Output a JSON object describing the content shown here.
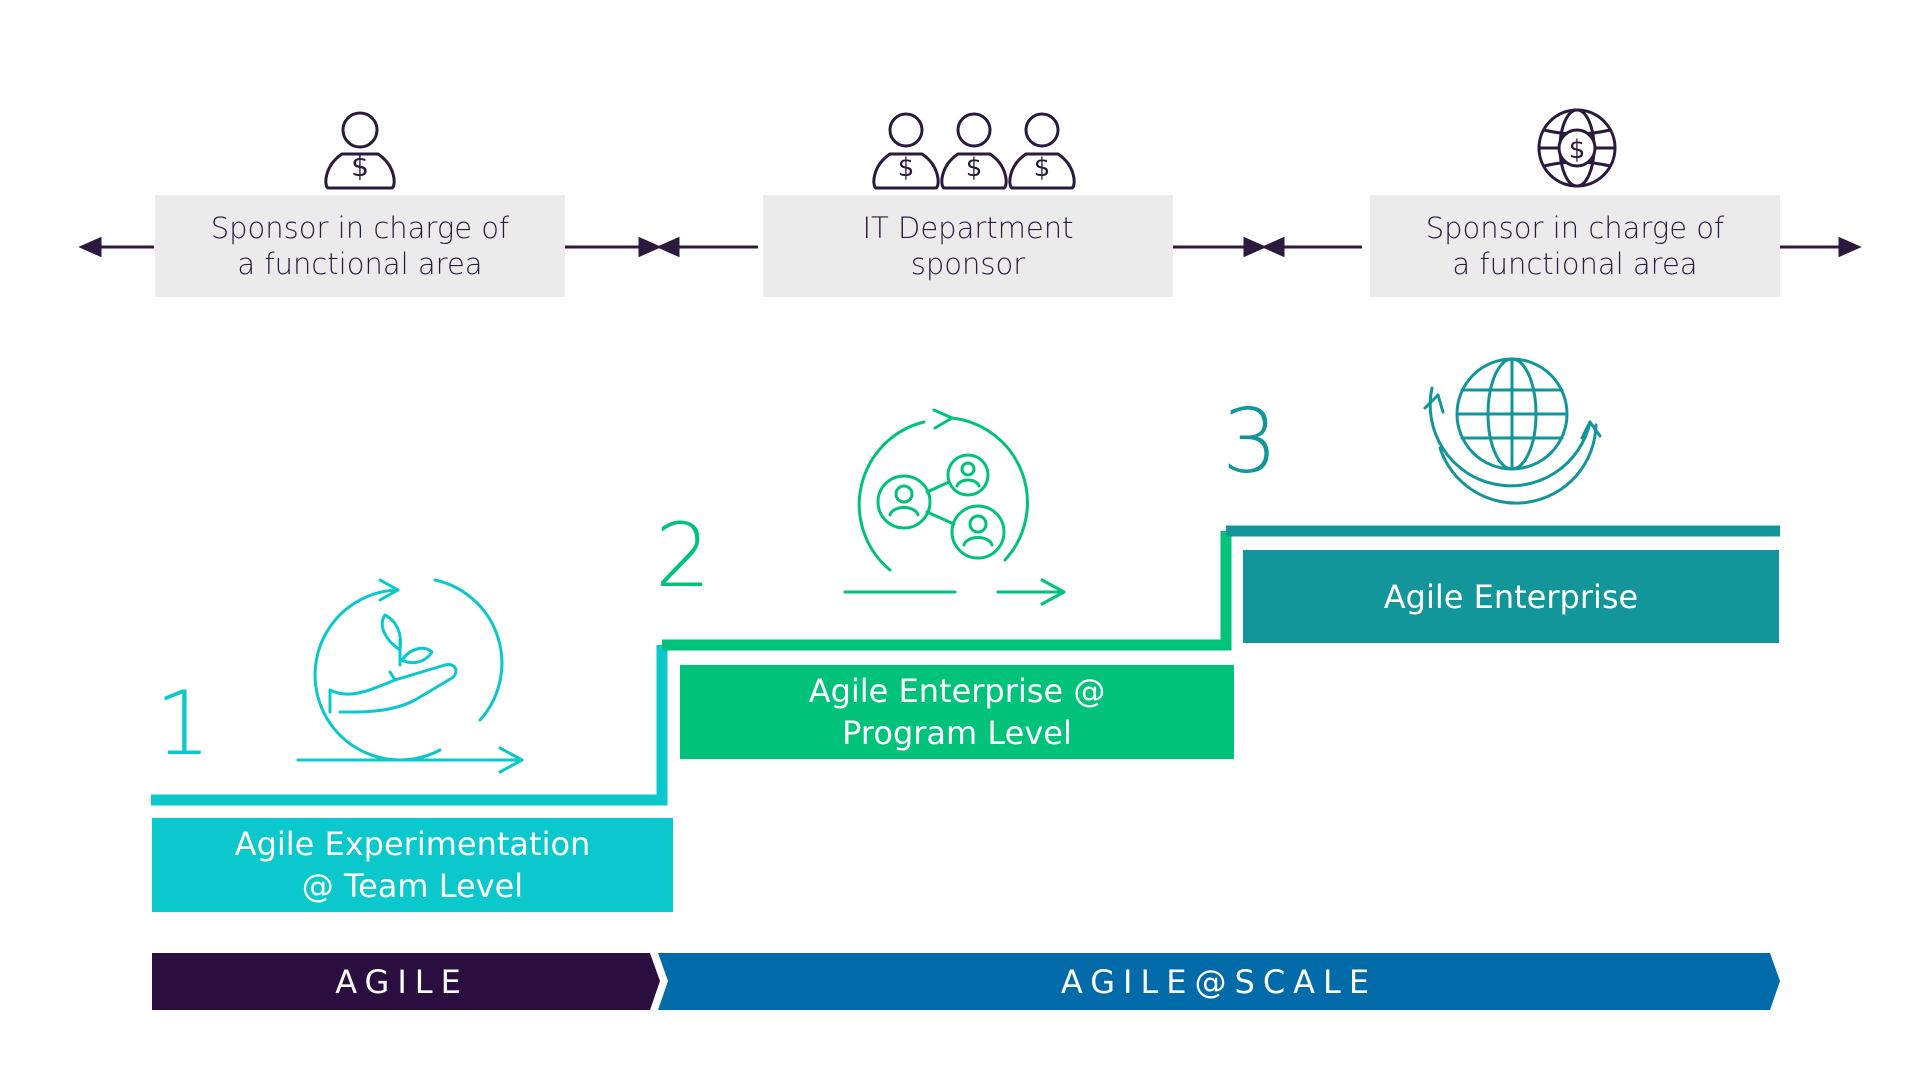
{
  "sponsors": [
    {
      "line1": "Sponsor in charge of",
      "line2": "a functional area",
      "icon": "person-money-bag-icon"
    },
    {
      "line1": "IT Department",
      "line2": "sponsor",
      "icon": "three-person-money-bags-icon"
    },
    {
      "line1": "Sponsor in charge of",
      "line2": "a functional area",
      "icon": "globe-money-icon"
    }
  ],
  "steps": [
    {
      "number": "1",
      "line1": "Agile Experimentation",
      "line2": "@ Team Level",
      "color": "#0ac8cc",
      "icon": "hand-plant-cycle-icon"
    },
    {
      "number": "2",
      "line1": "Agile Enterprise @",
      "line2": "Program Level",
      "color": "#00c27a",
      "icon": "network-people-cycle-icon"
    },
    {
      "number": "3",
      "line1": "Agile Enterprise",
      "line2": "",
      "color": "#13969a",
      "icon": "globe-cycle-icon"
    }
  ],
  "bands": {
    "agile": {
      "label": "AGILE",
      "color": "#2b0e40"
    },
    "scale": {
      "label": "AGILE@SCALE",
      "color": "#006ba8"
    }
  },
  "colors": {
    "dark": "#2b1a3d",
    "sponsor_bg": "#ebebeb"
  }
}
